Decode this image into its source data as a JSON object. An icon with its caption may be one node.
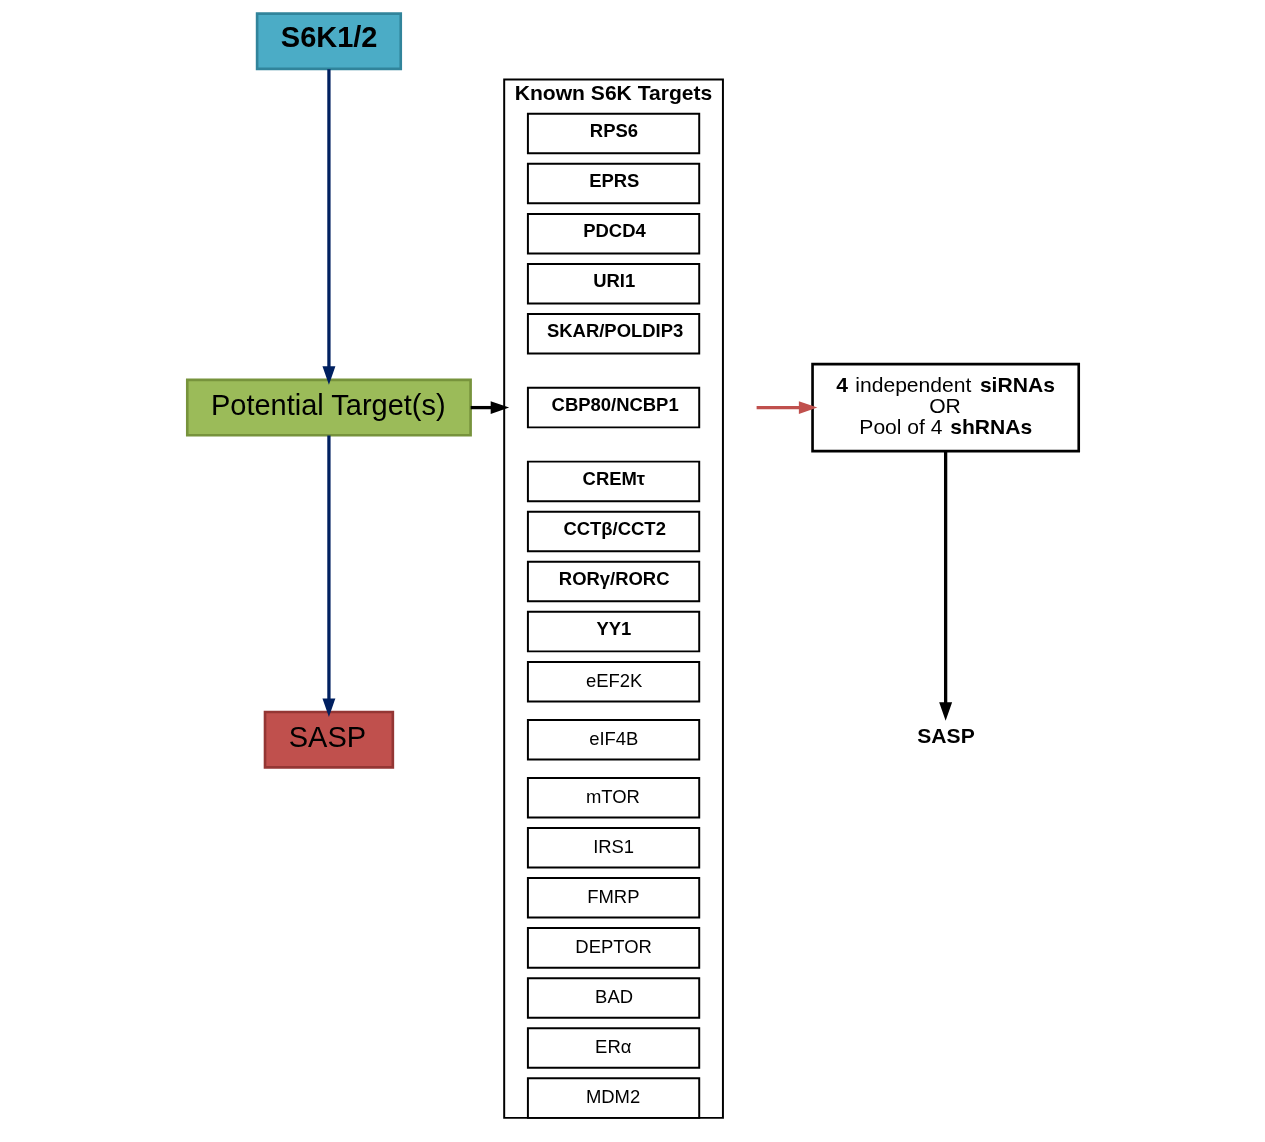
{
  "diagram": {
    "nodes": [
      {
        "text": [
          "S6K1/2"
        ]
      },
      {
        "text": [
          "Potential Target(s)"
        ]
      },
      {
        "text": [
          "SASP"
        ]
      },
      {
        "text": [
          "Known S6K Targets"
        ]
      },
      {
        "text": [
          "RPS6"
        ],
        "in": 3
      },
      {
        "text": [
          "EPRS"
        ],
        "in": 3
      },
      {
        "text": [
          "PDCD4"
        ],
        "in": 3
      },
      {
        "text": [
          "URI1"
        ],
        "in": 3
      },
      {
        "text": [
          "SKAR/POLDIP3"
        ],
        "in": 3
      },
      {
        "text": [
          "CBP80/NCBP1"
        ],
        "in": 3
      },
      {
        "text": [
          "CREMτ"
        ],
        "in": 3
      },
      {
        "text": [
          "CCTβ/CCT2"
        ],
        "in": 3
      },
      {
        "text": [
          "RORγ/RORC"
        ],
        "in": 3
      },
      {
        "text": [
          "YY1"
        ],
        "in": 3
      },
      {
        "text": [
          "eEF2K"
        ],
        "in": 3
      },
      {
        "text": [
          "eIF4B"
        ],
        "in": 3
      },
      {
        "text": [
          "mTOR"
        ],
        "in": 3
      },
      {
        "text": [
          "IRS1"
        ],
        "in": 3
      },
      {
        "text": [
          "FMRP"
        ],
        "in": 3
      },
      {
        "text": [
          "DEPTOR"
        ],
        "in": 3
      },
      {
        "text": [
          "BAD"
        ],
        "in": 3
      },
      {
        "text": [
          "ERα"
        ],
        "in": 3
      },
      {
        "text": [
          "MDM2"
        ],
        "in": 3
      },
      {
        "text": [
          "**4** independent **siRNAs**",
          "OR",
          "Pool of 4 **shRNAs**"
        ]
      },
      {
        "text": [
          "SASP"
        ]
      }
    ],
    "edges": [
      {
        "from": 0,
        "to": 1,
        "arrow": "to",
        "color": "#002060"
      },
      {
        "from": 1,
        "to": 2,
        "arrow": "to",
        "color": "#002060"
      },
      {
        "from": 1,
        "to": 3,
        "arrow": "to",
        "color": "#000000"
      },
      {
        "from": null,
        "to": 23,
        "arrow": "to",
        "color": "#c0504d"
      },
      {
        "from": 23,
        "to": 24,
        "arrow": "to",
        "color": "#000000"
      }
    ]
  }
}
